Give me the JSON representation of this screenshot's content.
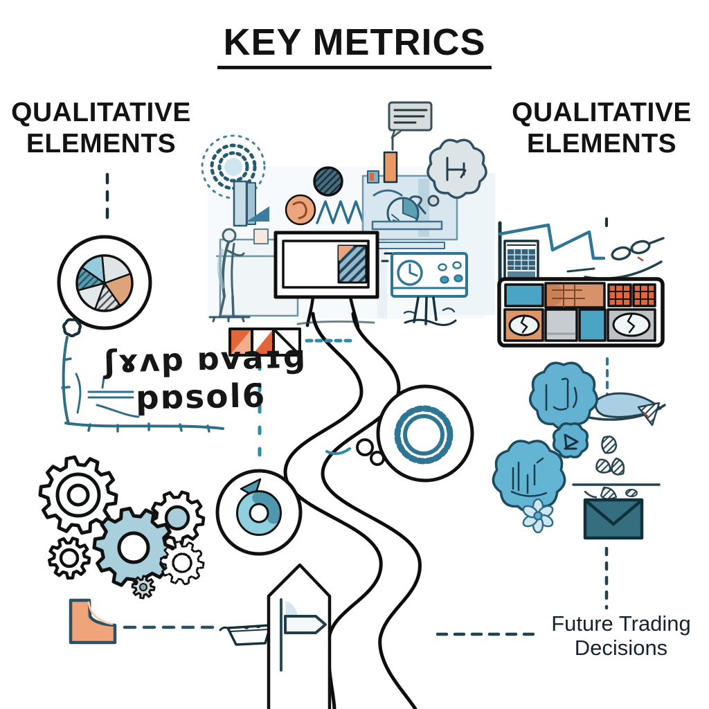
{
  "title": {
    "text": "KEY METRICS"
  },
  "labels": {
    "left": {
      "line1": "QUALITATIVE",
      "line2": "ELEMENTS"
    },
    "right": {
      "line1": "QUALITATIVE",
      "line2": "ELEMENTS"
    },
    "future": {
      "line1": "Future Trading",
      "line2": "Decisions"
    }
  },
  "sketch_text": {
    "line1": "ʃɤʌp ɒvaɪg",
    "line2": "pɒsol6"
  },
  "colors": {
    "ink_black": "#111111",
    "ink_slate": "#22424f",
    "teal": "#2e7694",
    "teal_dark": "#27596b",
    "light_blue": "#a9cedb",
    "cloud_blue": "#64b2d2",
    "orange": "#e2663a",
    "light_orange": "#f0ae8c",
    "tan_orange": "#d8926a",
    "gray_cell": "#c6cccf",
    "envelope_teal": "#356f7f",
    "gear_teal_fill": "#aacfdc"
  },
  "icons": {
    "pie-chart-icon": "thought bubble with 6-slice pie",
    "gear-icon": "interlocking gears cluster",
    "gear-thought-bubble": "thought bubble with teal cog ring",
    "donut-chart-icon": "circle with teal donut chart",
    "monitor-icon": "sketched monitor with hatched square",
    "gauge-icon": "panel with clock dial and four dots",
    "speech-bubble-icon": "gray note bubble with lines",
    "thought-cloud-icon": "blue scribbled thought clouds",
    "envelope-icon": "dark teal envelope",
    "flower-icon": "six-petal sketch flower",
    "signpost-icon": "upward arrow with right-pointing sign",
    "road-path": "winding s-curve road",
    "line-chart-icon": "teal zigzag line chart with axis",
    "grid-panel-icon": "bordered panel of colored cells",
    "eye-icon": "almond eye with zigzag pupil",
    "sunburst-icon": "dotted concentric burst",
    "striped-flag-icon": "three diagonal-split squares",
    "l-bracket-icon": "orange L bracket",
    "boat-sketch": "small ink boat",
    "person-sketch": "standing sketched figure",
    "sunglasses-sketch": "ink sunglasses doodle",
    "leaf-drops-icon": "hatched leaf drops over a line",
    "spreadsheet-icon": "small dark data table"
  }
}
